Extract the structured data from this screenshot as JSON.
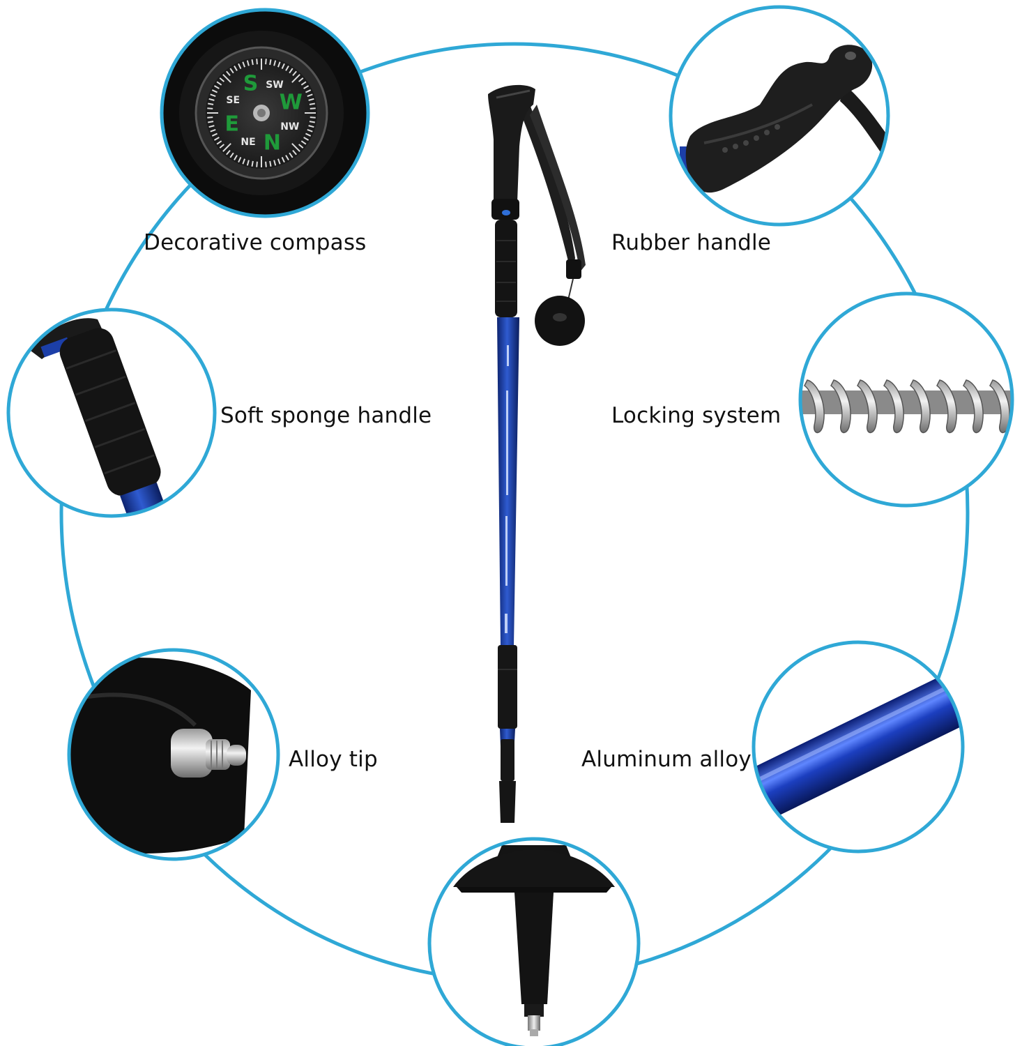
{
  "features": [
    {
      "id": "compass",
      "label": "Decorative compass",
      "icon": "compass-icon"
    },
    {
      "id": "rubber",
      "label": "Rubber handle",
      "icon": "rubber-grip-icon"
    },
    {
      "id": "sponge",
      "label": "Soft sponge handle",
      "icon": "sponge-grip-icon"
    },
    {
      "id": "locking",
      "label": "Locking system",
      "icon": "spring-icon"
    },
    {
      "id": "tip",
      "label": "Alloy tip",
      "icon": "alloy-tip-icon"
    },
    {
      "id": "aluminum",
      "label": "Aluminum alloy",
      "icon": "aluminum-tube-icon"
    },
    {
      "id": "basket",
      "label": "",
      "icon": "basket-icon"
    }
  ],
  "compass_letters": [
    "S",
    "SW",
    "W",
    "NW",
    "N",
    "NE",
    "E",
    "SE"
  ],
  "colors": {
    "ring": "#2fa8d6",
    "pole_blue": "#1d3f9e",
    "grip_black": "#161616",
    "compass_green": "#1f9a3a"
  }
}
